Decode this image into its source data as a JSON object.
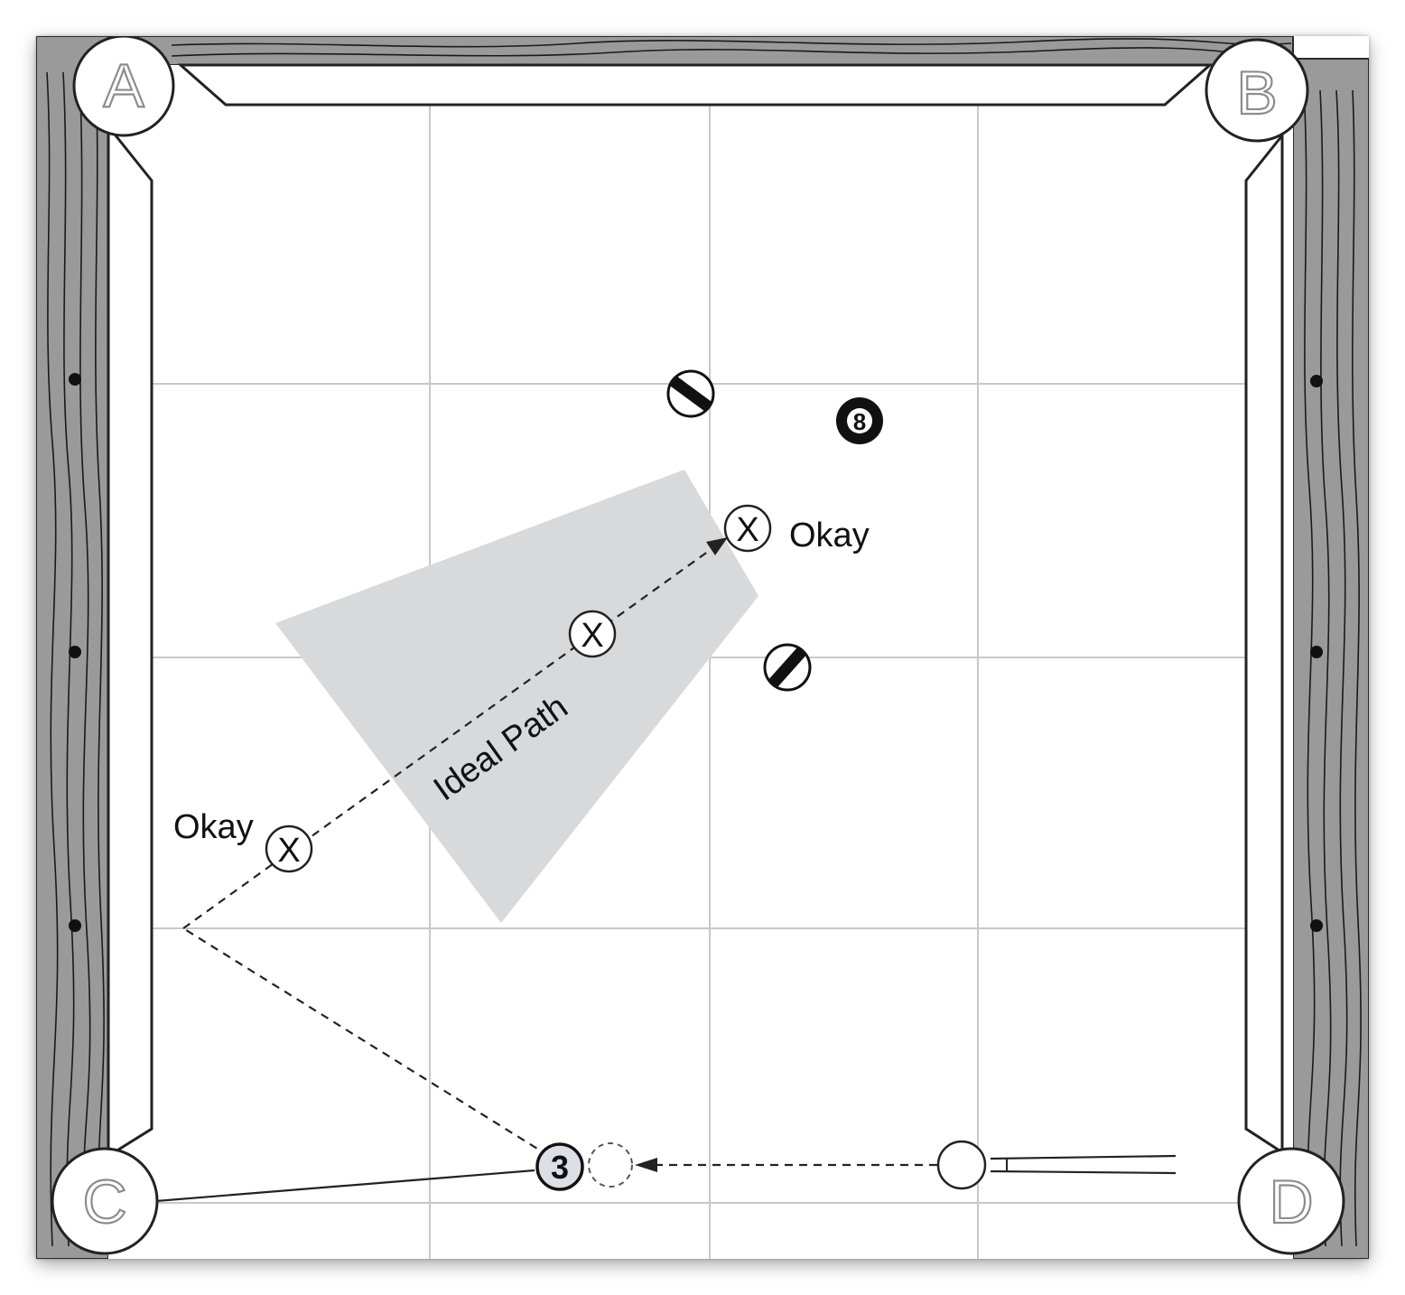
{
  "pockets": {
    "a": "A",
    "b": "B",
    "c": "C",
    "d": "D"
  },
  "annotations": {
    "okay_top": "Okay",
    "okay_left": "Okay",
    "ideal_path": "Ideal Path"
  },
  "markers": {
    "x_glyph": "X"
  },
  "balls": {
    "object_ball_number": "3",
    "eight_ball_number": "8"
  },
  "colors": {
    "cloth": "#ffffff",
    "wood_rail": "#9a9a9a",
    "grid": "#c8c8c8",
    "position_zone": "#d8d9db",
    "line": "#222222"
  }
}
